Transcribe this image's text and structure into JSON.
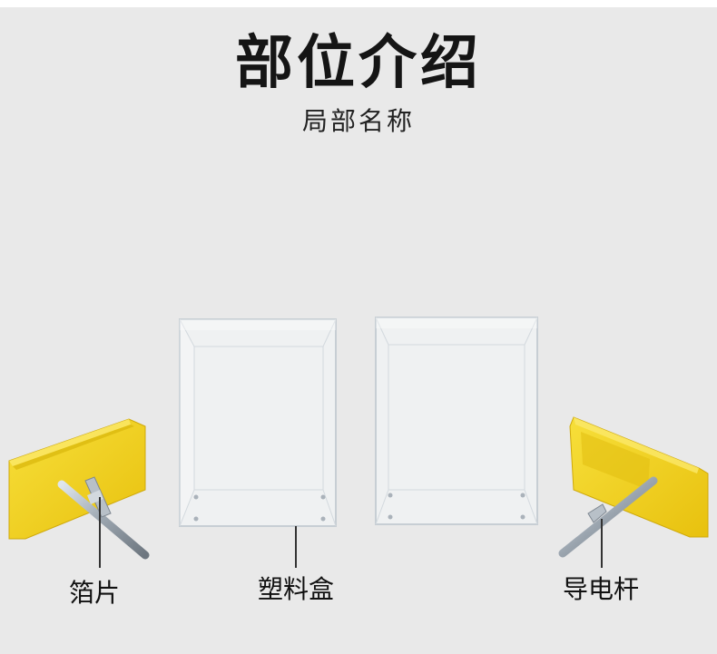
{
  "header": {
    "title": "部位介绍",
    "subtitle": "局部名称"
  },
  "parts": {
    "foil": {
      "label": "箔片"
    },
    "plastic_box": {
      "label": "塑料盒"
    },
    "conductive_rod": {
      "label": "导电杆"
    }
  },
  "colors": {
    "background": "#e9e9e9",
    "plate_yellow": "#f2d21a",
    "rod_metal": "#9aa4ae"
  }
}
